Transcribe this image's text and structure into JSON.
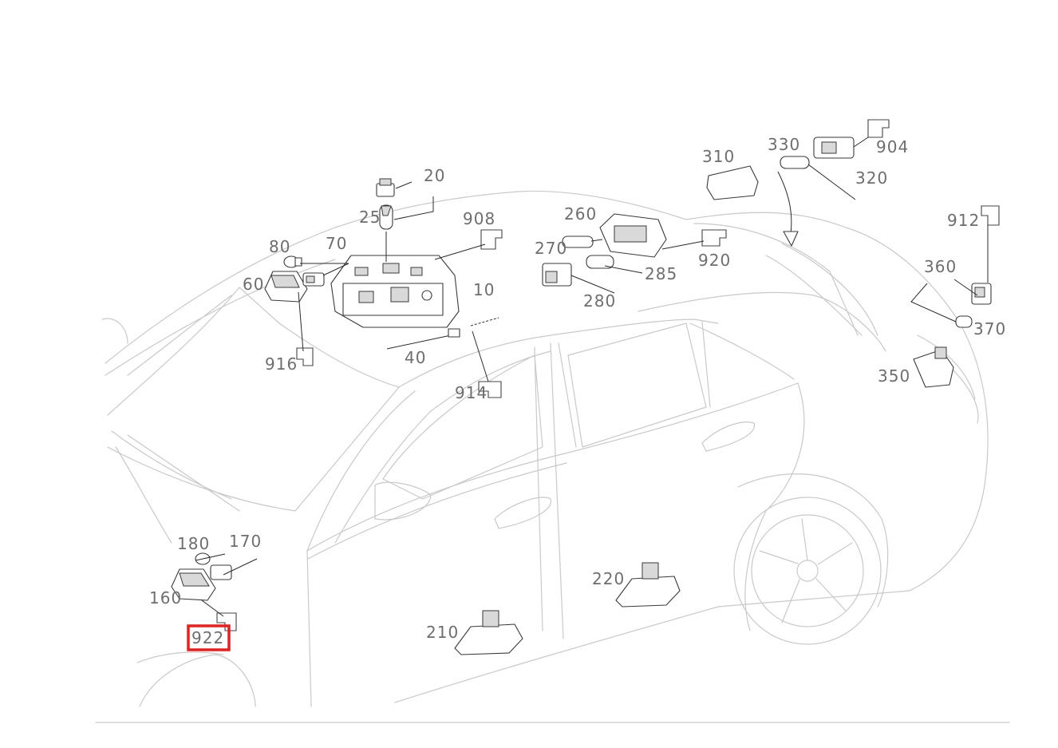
{
  "labels": {
    "l10": "10",
    "l20": "20",
    "l25": "25",
    "l40": "40",
    "l60": "60",
    "l70": "70",
    "l80": "80",
    "l160": "160",
    "l170": "170",
    "l180": "180",
    "l210": "210",
    "l220": "220",
    "l260": "260",
    "l270": "270",
    "l280": "280",
    "l285": "285",
    "l310": "310",
    "l320": "320",
    "l330": "330",
    "l350": "350",
    "l360": "360",
    "l370": "370",
    "l904": "904",
    "l908": "908",
    "l912": "912",
    "l914": "914",
    "l916": "916",
    "l920": "920",
    "l922": "922"
  },
  "highlight": {
    "target": "922",
    "color": "#ee1c1c"
  }
}
